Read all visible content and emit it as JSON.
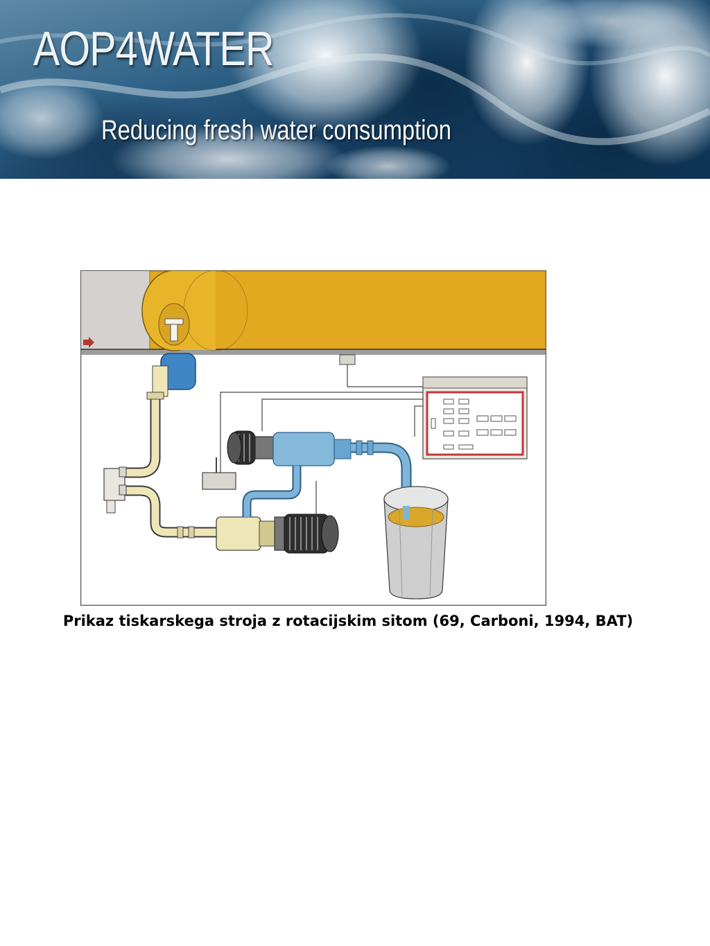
{
  "banner": {
    "title": "AOP4WATER",
    "subtitle": "Reducing fresh water consumption",
    "colors": {
      "deep_water": "#0f3a5c",
      "mid_water": "#4f7f9c",
      "foam": "#e9f0f4"
    }
  },
  "figure": {
    "colors": {
      "fabric": "#e3a81f",
      "pipe_cream": "#efe6b8",
      "pipe_blue": "#7fb5d8",
      "pump_blue": "#3f86c4",
      "motor_dark": "#2a2a2a",
      "panel_red": "#c0383a",
      "tank_grey": "#c9c9c9",
      "liquid": "#d9a72a"
    }
  },
  "caption": {
    "text": "Prikaz tiskarskega stroja z rotacijskim sitom (69, Carboni, 1994, BAT)"
  }
}
